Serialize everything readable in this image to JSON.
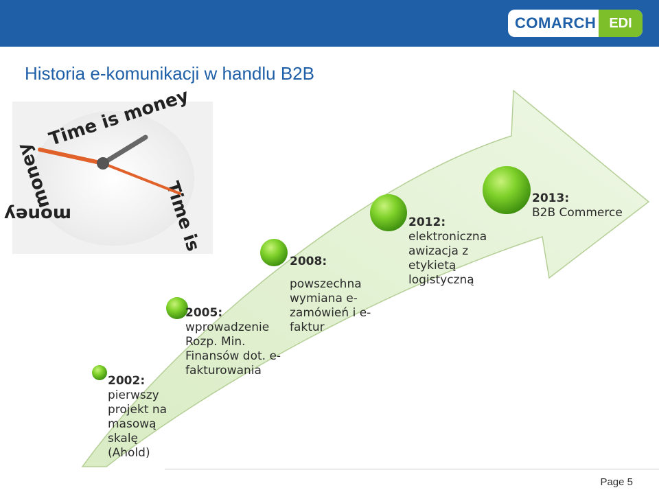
{
  "header": {
    "logo_brand": "COMARCH",
    "logo_product": "EDI",
    "title": "Historia e-komunikacji w handlu B2B"
  },
  "clock": {
    "text_top": "Time is money",
    "text_right": "Time is",
    "text_bottom": "money",
    "text_left": "money"
  },
  "milestones": [
    {
      "year": "2002:",
      "desc": "pierwszy projekt na masową skalę (Ahold)"
    },
    {
      "year": "2005:",
      "desc": "wprowadzenie Rozp. Min. Finansów dot. e-fakturowania"
    },
    {
      "year": "2008:",
      "desc": "powszechna wymiana e-zamówień i e-faktur"
    },
    {
      "year": "2012:",
      "desc": "elektroniczna awizacja z etykietą logistyczną"
    },
    {
      "year": "2013:",
      "desc": "B2B Commerce"
    }
  ],
  "footer": {
    "page_label": "Page 5"
  },
  "colors": {
    "header_blue": "#1f5fa8",
    "brand_green": "#7dbf2a",
    "arrow_fill": "#e4f1d6"
  }
}
